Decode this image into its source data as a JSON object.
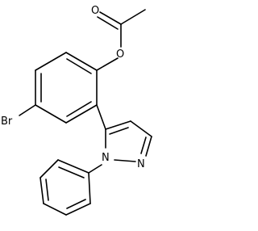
{
  "molecule": {
    "atoms": {
      "oxygen_carbonyl": "O",
      "oxygen_ester": "O",
      "bromine": "Br",
      "nitrogen_1": "N",
      "nitrogen_2": "N"
    },
    "colors": {
      "bond": "#000000",
      "label": "#000000",
      "background": "#ffffff"
    }
  }
}
